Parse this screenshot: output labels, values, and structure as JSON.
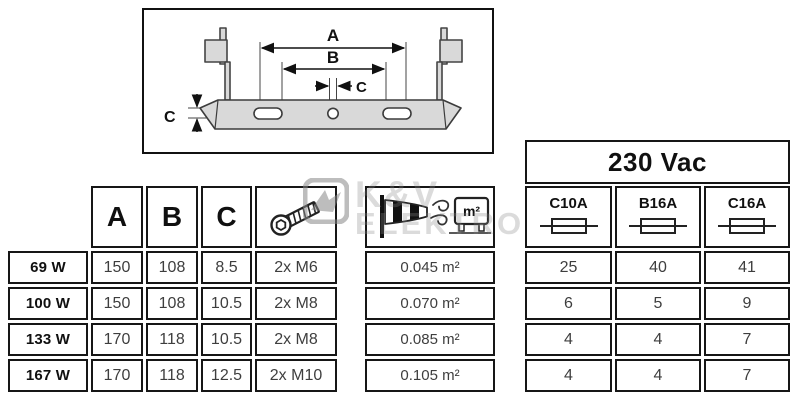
{
  "watermark": {
    "line1": "K&V",
    "line2": "ELEKTRO"
  },
  "diagram": {
    "description": "mounting-bracket dimension drawing",
    "labels": {
      "a": "A",
      "b": "B",
      "c_center": "C",
      "c_left": "C"
    }
  },
  "icons": {
    "screw": "socket-head-screw",
    "wind": "windsock-wind-area",
    "fuse": "fuse-symbol"
  },
  "table": {
    "voltage_header": "230 Vac",
    "dim_headers": {
      "a": "A",
      "b": "B",
      "c": "C"
    },
    "area_unit": "m²",
    "fuse_columns": {
      "c10a": "C10A",
      "b16a": "B16A",
      "c16a": "C16A"
    },
    "rows": [
      {
        "power": "69 W",
        "a": "150",
        "b": "108",
        "c": "8.5",
        "screws": "2x M6",
        "area": "0.045 m²",
        "fuses": [
          "25",
          "40",
          "41"
        ]
      },
      {
        "power": "100 W",
        "a": "150",
        "b": "108",
        "c": "10.5",
        "screws": "2x M8",
        "area": "0.070 m²",
        "fuses": [
          "6",
          "5",
          "9"
        ]
      },
      {
        "power": "133 W",
        "a": "170",
        "b": "118",
        "c": "10.5",
        "screws": "2x M8",
        "area": "0.085 m²",
        "fuses": [
          "4",
          "4",
          "7"
        ]
      },
      {
        "power": "167 W",
        "a": "170",
        "b": "118",
        "c": "12.5",
        "screws": "2x M10",
        "area": "0.105 m²",
        "fuses": [
          "4",
          "4",
          "7"
        ]
      }
    ]
  }
}
